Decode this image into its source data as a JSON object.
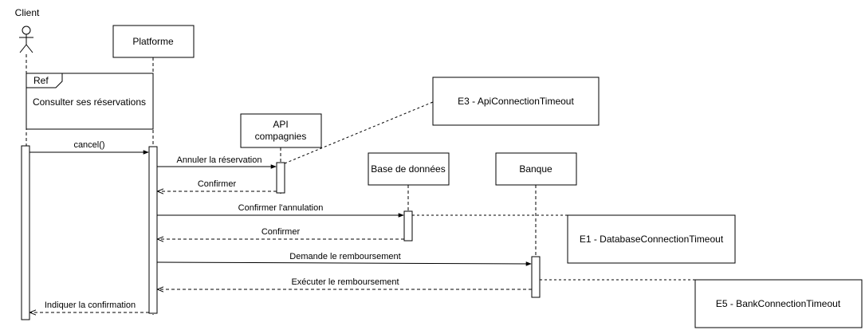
{
  "actor": {
    "name": "Client"
  },
  "participants": {
    "platform": "Platforme",
    "api": [
      "API",
      "compagnies"
    ],
    "db": "Base de données",
    "bank": "Banque"
  },
  "ref_frame": {
    "tag": "Ref",
    "text": "Consulter ses réservations"
  },
  "messages": {
    "cancel": "cancel()",
    "annuler": "Annuler la réservation",
    "confirmer_api": "Confirmer",
    "confirmer_annulation": "Confirmer l'annulation",
    "confirmer_db": "Confirmer",
    "demande_remboursement": "Demande le remboursement",
    "executer_remboursement": "Exécuter le remboursement",
    "indiquer_confirmation": "Indiquer la confirmation"
  },
  "errors": {
    "e3": "E3 - ApiConnectionTimeout",
    "e1": "E1 - DatabaseConnectionTimeout",
    "e5": "E5 - BankConnectionTimeout"
  }
}
